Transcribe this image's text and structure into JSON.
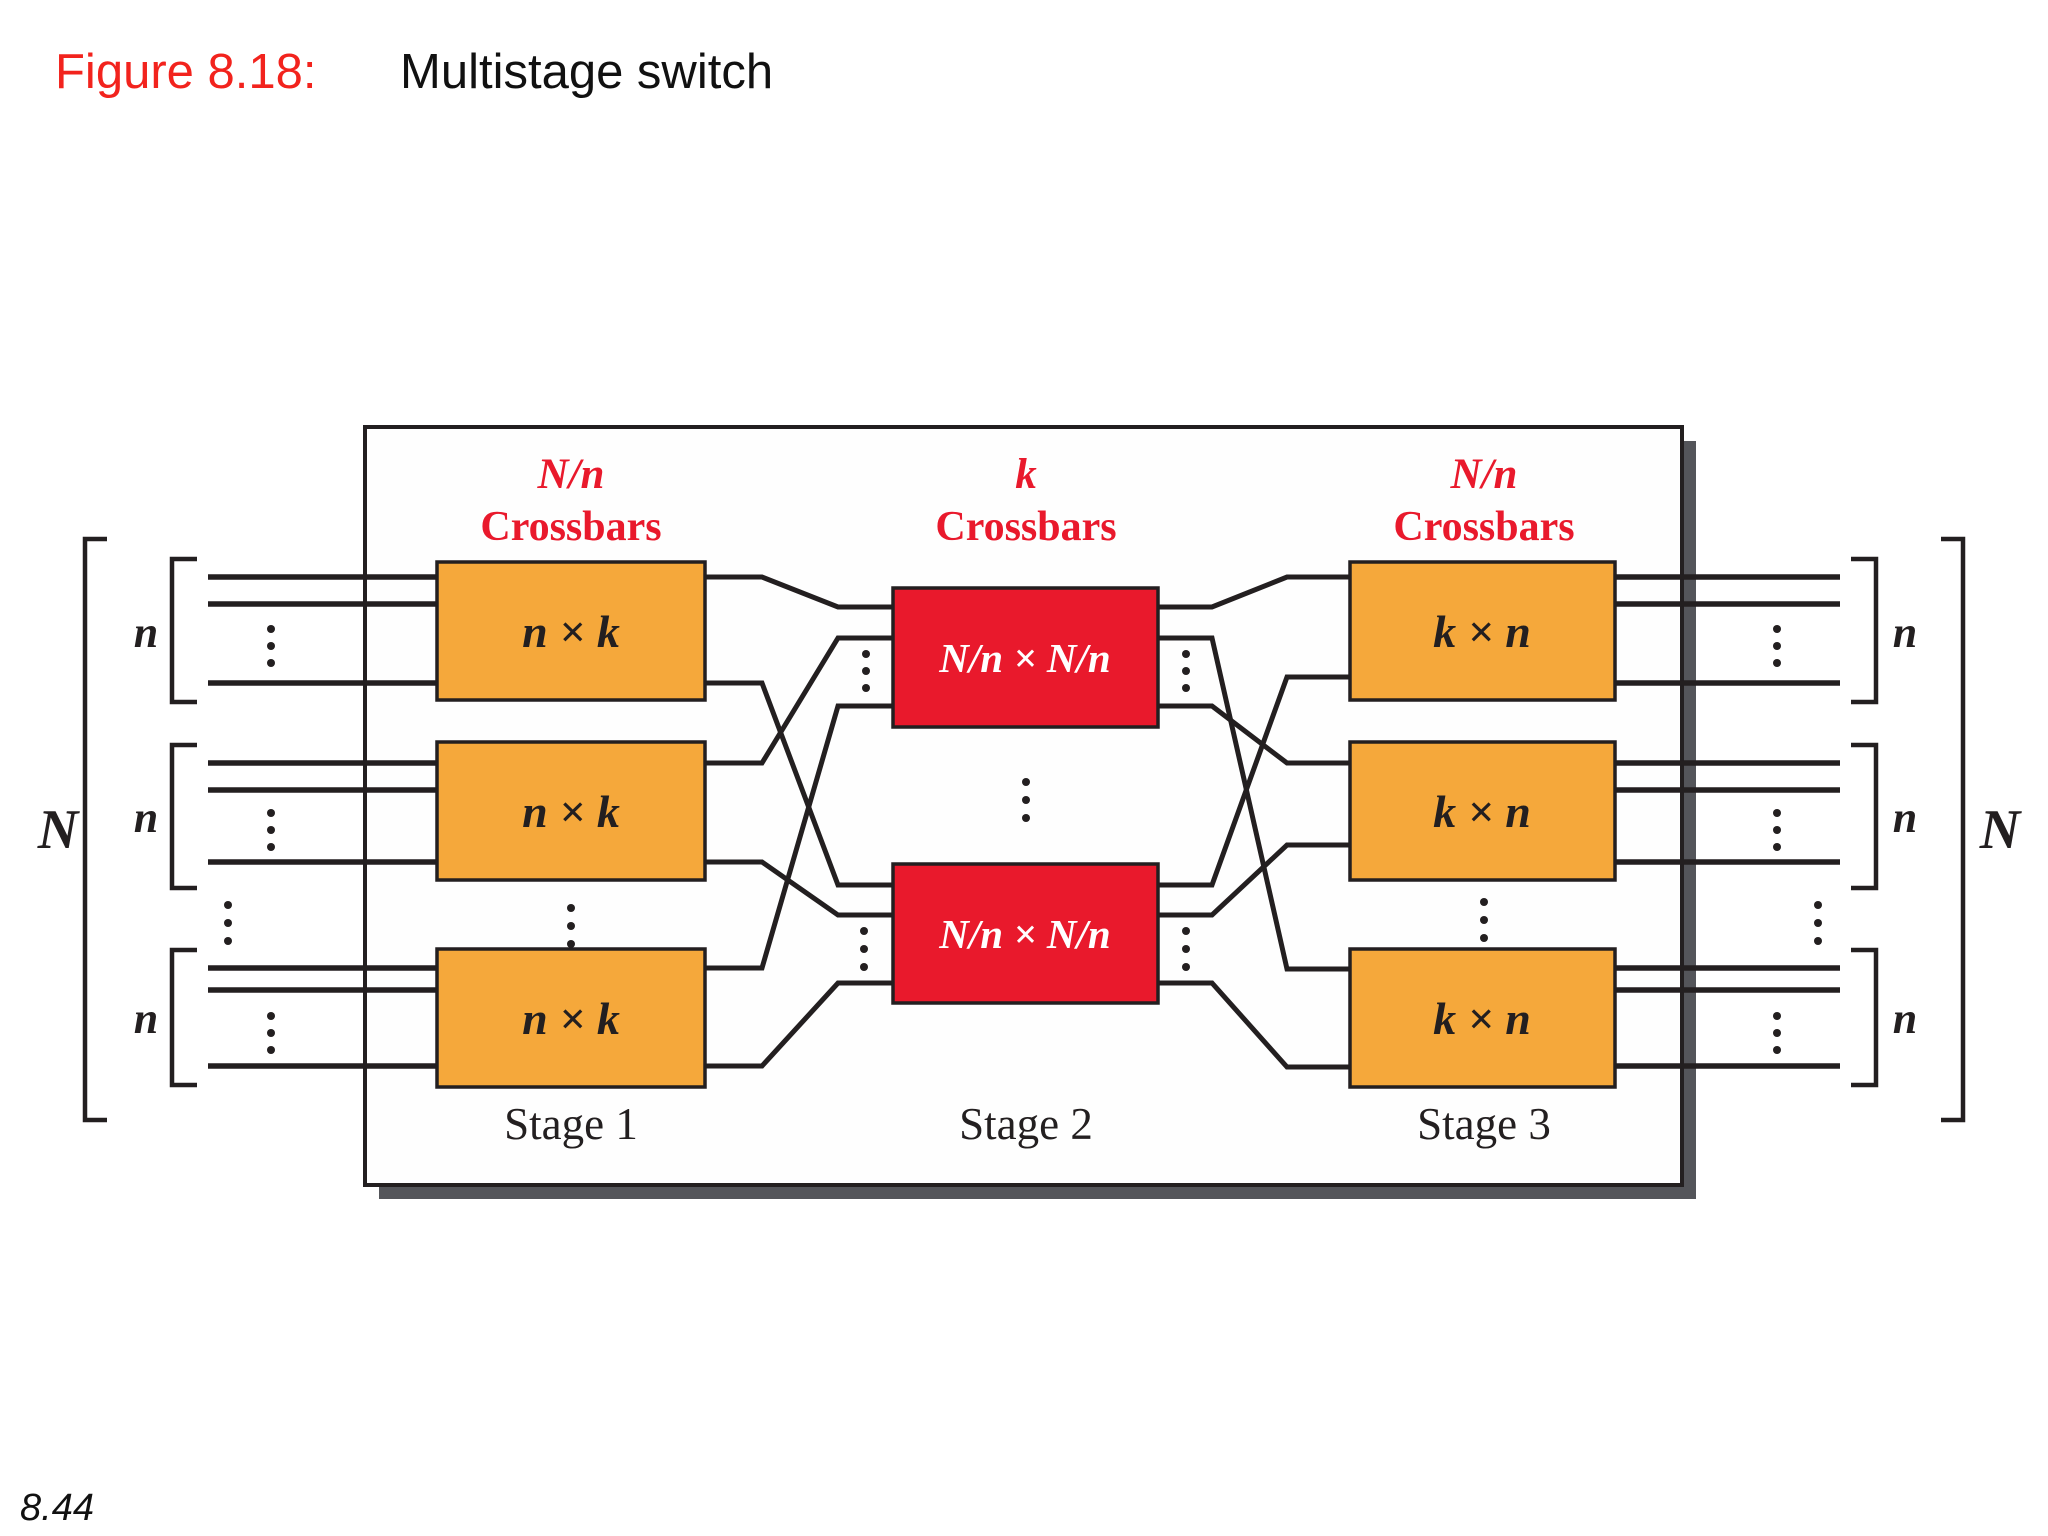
{
  "slide": {
    "figure_label": "Figure 8.18:",
    "figure_title": "Multistage switch",
    "page_number": "8.44"
  },
  "colors": {
    "title_red": "#f2231d",
    "diagram_red": "#e9192c",
    "crossbar_orange": "#f5a83b",
    "line_black": "#231f20",
    "shadow_gray": "#54555a",
    "background": "#ffffff"
  },
  "diagram": {
    "stage1": {
      "count_label": "N/n",
      "type_label": "Crossbars",
      "boxes": [
        "n × k",
        "n × k",
        "n × k"
      ],
      "stage_label": "Stage 1"
    },
    "stage2": {
      "count_label": "k",
      "type_label": "Crossbars",
      "boxes": [
        "N/n × N/n",
        "N/n × N/n"
      ],
      "stage_label": "Stage 2"
    },
    "stage3": {
      "count_label": "N/n",
      "type_label": "Crossbars",
      "boxes": [
        "k × n",
        "k × n",
        "k × n"
      ],
      "stage_label": "Stage 3"
    },
    "inputs": {
      "group_size_label": "n",
      "total_label": "N"
    },
    "outputs": {
      "group_size_label": "n",
      "total_label": "N"
    }
  }
}
